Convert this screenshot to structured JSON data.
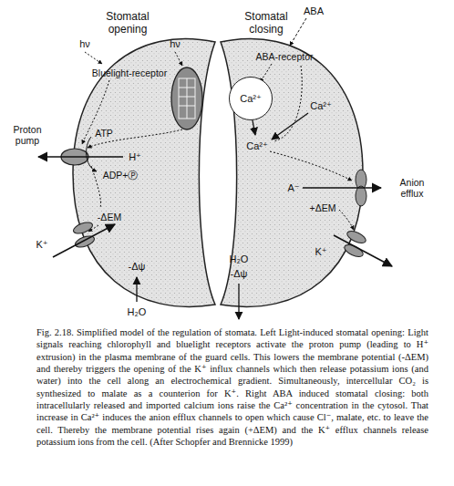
{
  "diagram": {
    "caption": "Fig. 2.18. Simplified model of the regulation of stomata. Left Light-induced stomatal opening: Light signals reaching chlorophyll and bluelight receptors activate the proton pump (leading to H⁺ extrusion) in the plasma membrane of the guard cells. This lowers the membrane potential (-ΔEM) and thereby triggers the opening of the K⁺ influx channels which then release potassium ions (and water) into the cell along an electrochemical gradient. Simultaneously, intercellular CO₂ is synthesized to malate as a counterion for K⁺. Right ABA induced stomatal closing: both intracellularly released and imported calcium ions raise the Ca²⁺ concentration in the cytosol. That increase in Ca²⁺ induces the anion efflux channels to open which cause Cl⁻, malate, etc. to leave the cell. Thereby the membrane potential rises again (+ΔEM) and the K⁺ efflux channels release potassium ions from the cell. (After Schopfer and Brennicke 1999)",
    "nodes": [
      {
        "text": [
          "Ca²⁺"
        ]
      }
    ],
    "labels": [
      "Stomatal opening",
      "Stomatal closing",
      "hν",
      "hν",
      "Bluelight-receptor",
      "ABA",
      "ABA-receptor",
      "Ca²⁺",
      "Ca²⁺",
      "ATP",
      "H⁺",
      "ADP+Ⓟ",
      "Proton pump",
      "A⁻",
      "Anion efflux",
      "-ΔEM",
      "K⁺",
      "-Δψ",
      "H₂O",
      "+ΔEM",
      "K⁺",
      "H₂O",
      "-Δψ"
    ]
  }
}
